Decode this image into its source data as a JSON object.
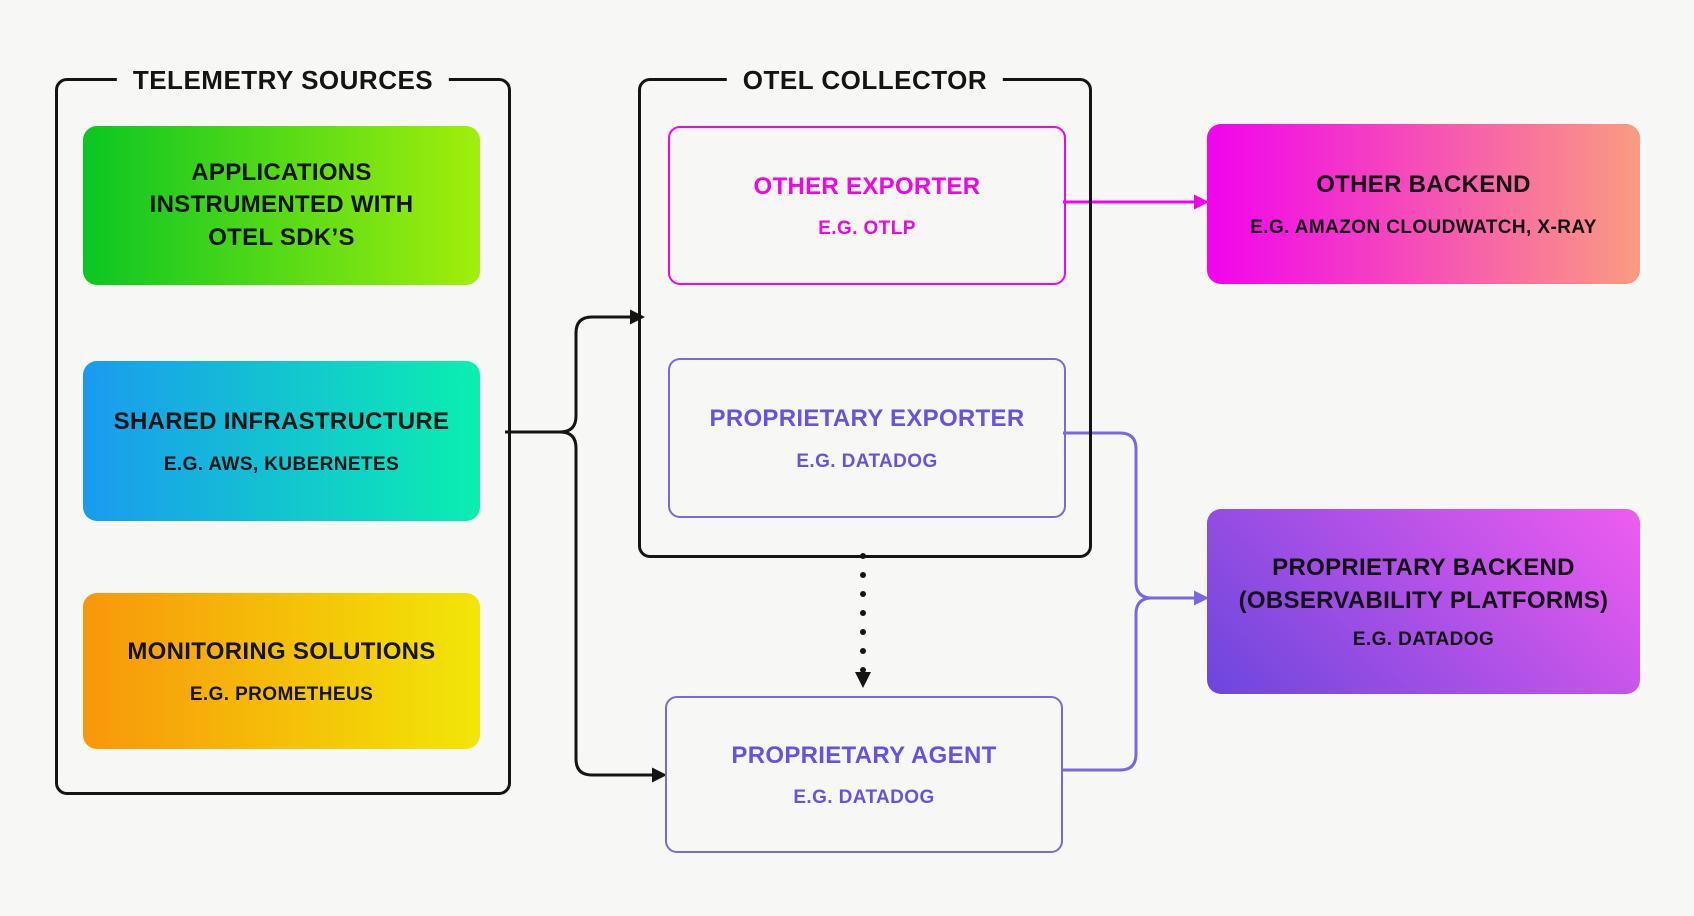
{
  "telemetry": {
    "label": "TELEMETRY SOURCES",
    "applications": {
      "title": "APPLICATIONS\nINSTRUMENTED WITH\nOTEL SDK’S",
      "gradient": [
        "#0bc623",
        "#a2ee0b"
      ]
    },
    "shared": {
      "title": "SHARED INFRASTRUCTURE",
      "subtitle": "E.G. AWS, KUBERNETES",
      "gradient": [
        "#1b9af0",
        "#0aefb0"
      ]
    },
    "monitoring": {
      "title": "MONITORING SOLUTIONS",
      "subtitle": "E.G. PROMETHEUS",
      "gradient": [
        "#f8970b",
        "#f2e607"
      ]
    }
  },
  "collector": {
    "label": "OTEL COLLECTOR",
    "other_exporter": {
      "title": "OTHER EXPORTER",
      "subtitle": "E.G. OTLP",
      "accent": "#ef05e6"
    },
    "proprietary_exporter": {
      "title": "PROPRIETARY EXPORTER",
      "subtitle": "E.G. DATADOG",
      "accent": "#6c51e0"
    }
  },
  "agent": {
    "title": "PROPRIETARY AGENT",
    "subtitle": "E.G. DATADOG",
    "accent": "#6c51e0"
  },
  "backends": {
    "other": {
      "title": "OTHER BACKEND",
      "subtitle": "E.G. AMAZON CLOUDWATCH, X-RAY",
      "gradient": [
        "#f203ee",
        "#fa9c80"
      ]
    },
    "proprietary": {
      "title": "PROPRIETARY BACKEND\n(OBSERVABILITY PLATFORMS)",
      "subtitle": "E.G. DATADOG",
      "gradient": [
        "#6b46dd",
        "#f05cf0"
      ]
    }
  },
  "connectors": {
    "sources_to_collector_color": "#141414",
    "other_exporter_to_other_backend_color": "#ef05e6",
    "proprietary_to_backend_color": "#7d66e3",
    "collector_to_agent_style": "dotted"
  },
  "page_background": "#f7f7f5"
}
